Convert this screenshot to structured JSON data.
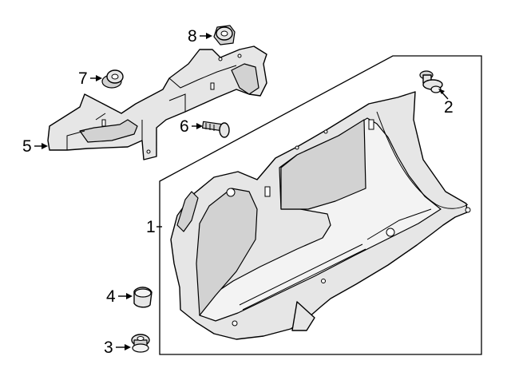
{
  "callouts": [
    {
      "id": "callout-1",
      "number": "1"
    },
    {
      "id": "callout-2",
      "number": "2"
    },
    {
      "id": "callout-3",
      "number": "3"
    },
    {
      "id": "callout-4",
      "number": "4"
    },
    {
      "id": "callout-5",
      "number": "5"
    },
    {
      "id": "callout-6",
      "number": "6"
    },
    {
      "id": "callout-7",
      "number": "7"
    },
    {
      "id": "callout-8",
      "number": "8"
    }
  ]
}
